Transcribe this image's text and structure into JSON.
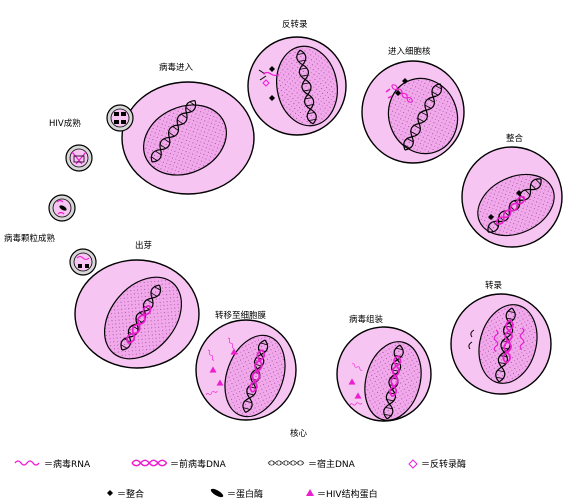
{
  "stages": {
    "entry": "病毒进入",
    "reverse_transcription": "反转录",
    "nuclear_entry": "进入细胞核",
    "integration": "整合",
    "transcription": "转录",
    "assembly": "病毒组装",
    "membrane_transport": "转移至细胞膜",
    "budding": "出芽",
    "particle_maturation": "病毒颗粒成熟",
    "hiv_maturation": "HIV成熟"
  },
  "core_label": "核心",
  "legend": {
    "viral_rna": "＝病毒RNA",
    "provirus_dna": "＝前病毒DNA",
    "host_dna": "＝宿主DNA",
    "reverse_transcriptase": "＝反转录酶",
    "integrase": "＝整合",
    "protease": "＝蛋白酶",
    "structural_protein": "＝HIV结构蛋白"
  },
  "colors": {
    "cell_fill": "#f6c5f2",
    "nucleus_fill": "#f1a9ec",
    "magenta": "#ec1ecf",
    "outline": "#000000"
  }
}
